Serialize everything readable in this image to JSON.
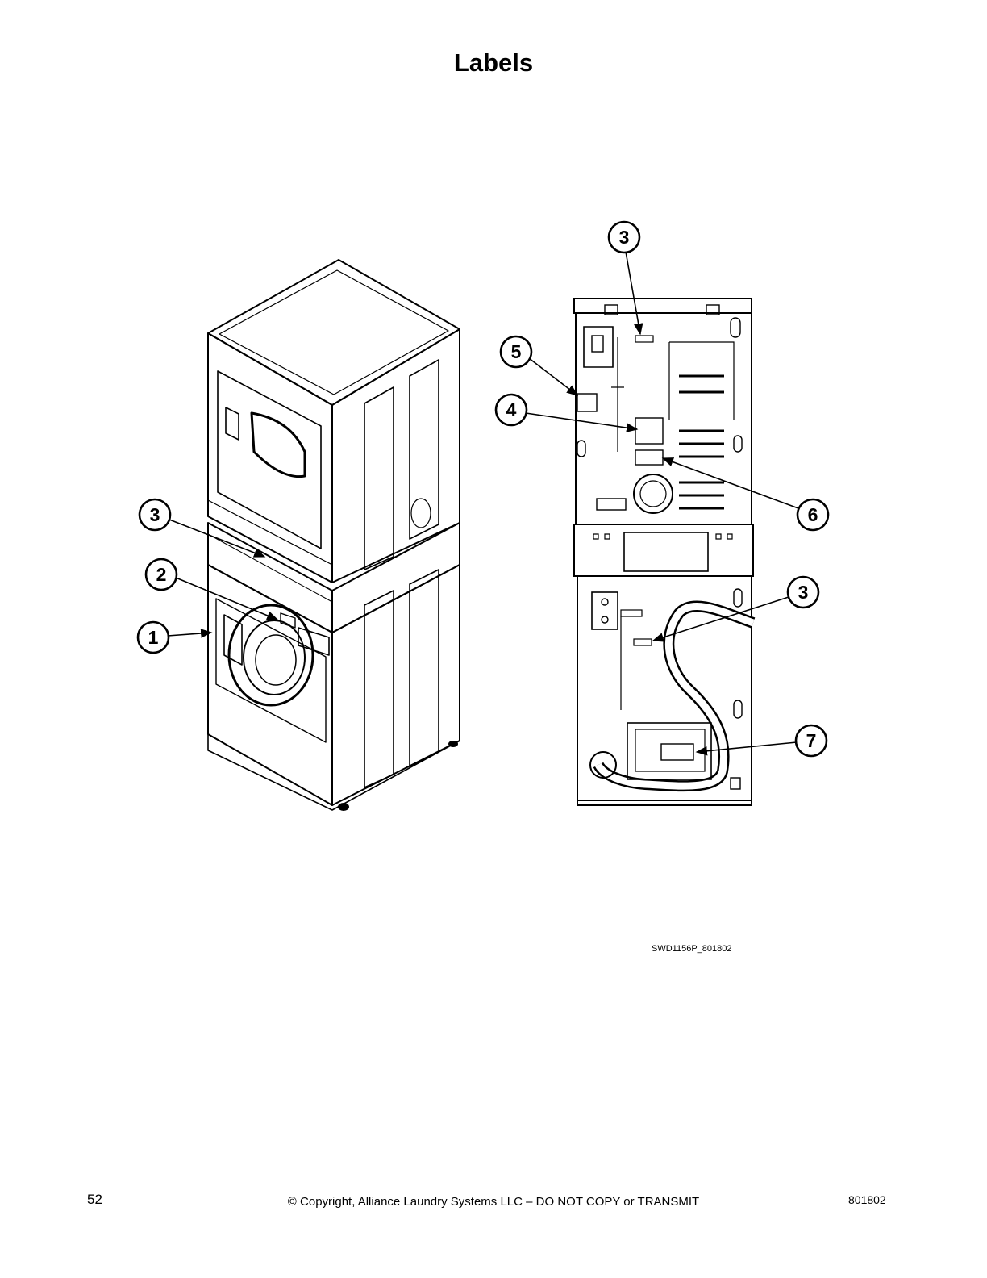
{
  "page": {
    "title": "Labels",
    "figure_id": "SWD1156P_801802",
    "page_number": "52",
    "copyright": "© Copyright, Alliance Laundry Systems LLC – DO NOT COPY or TRANSMIT",
    "doc_number": "801802"
  },
  "callouts": [
    {
      "id": "callout-1",
      "label": "1"
    },
    {
      "id": "callout-2",
      "label": "2"
    },
    {
      "id": "callout-3-front",
      "label": "3"
    },
    {
      "id": "callout-3-top",
      "label": "3"
    },
    {
      "id": "callout-3-rear-lower",
      "label": "3"
    },
    {
      "id": "callout-4",
      "label": "4"
    },
    {
      "id": "callout-5",
      "label": "5"
    },
    {
      "id": "callout-6",
      "label": "6"
    },
    {
      "id": "callout-7",
      "label": "7"
    }
  ]
}
